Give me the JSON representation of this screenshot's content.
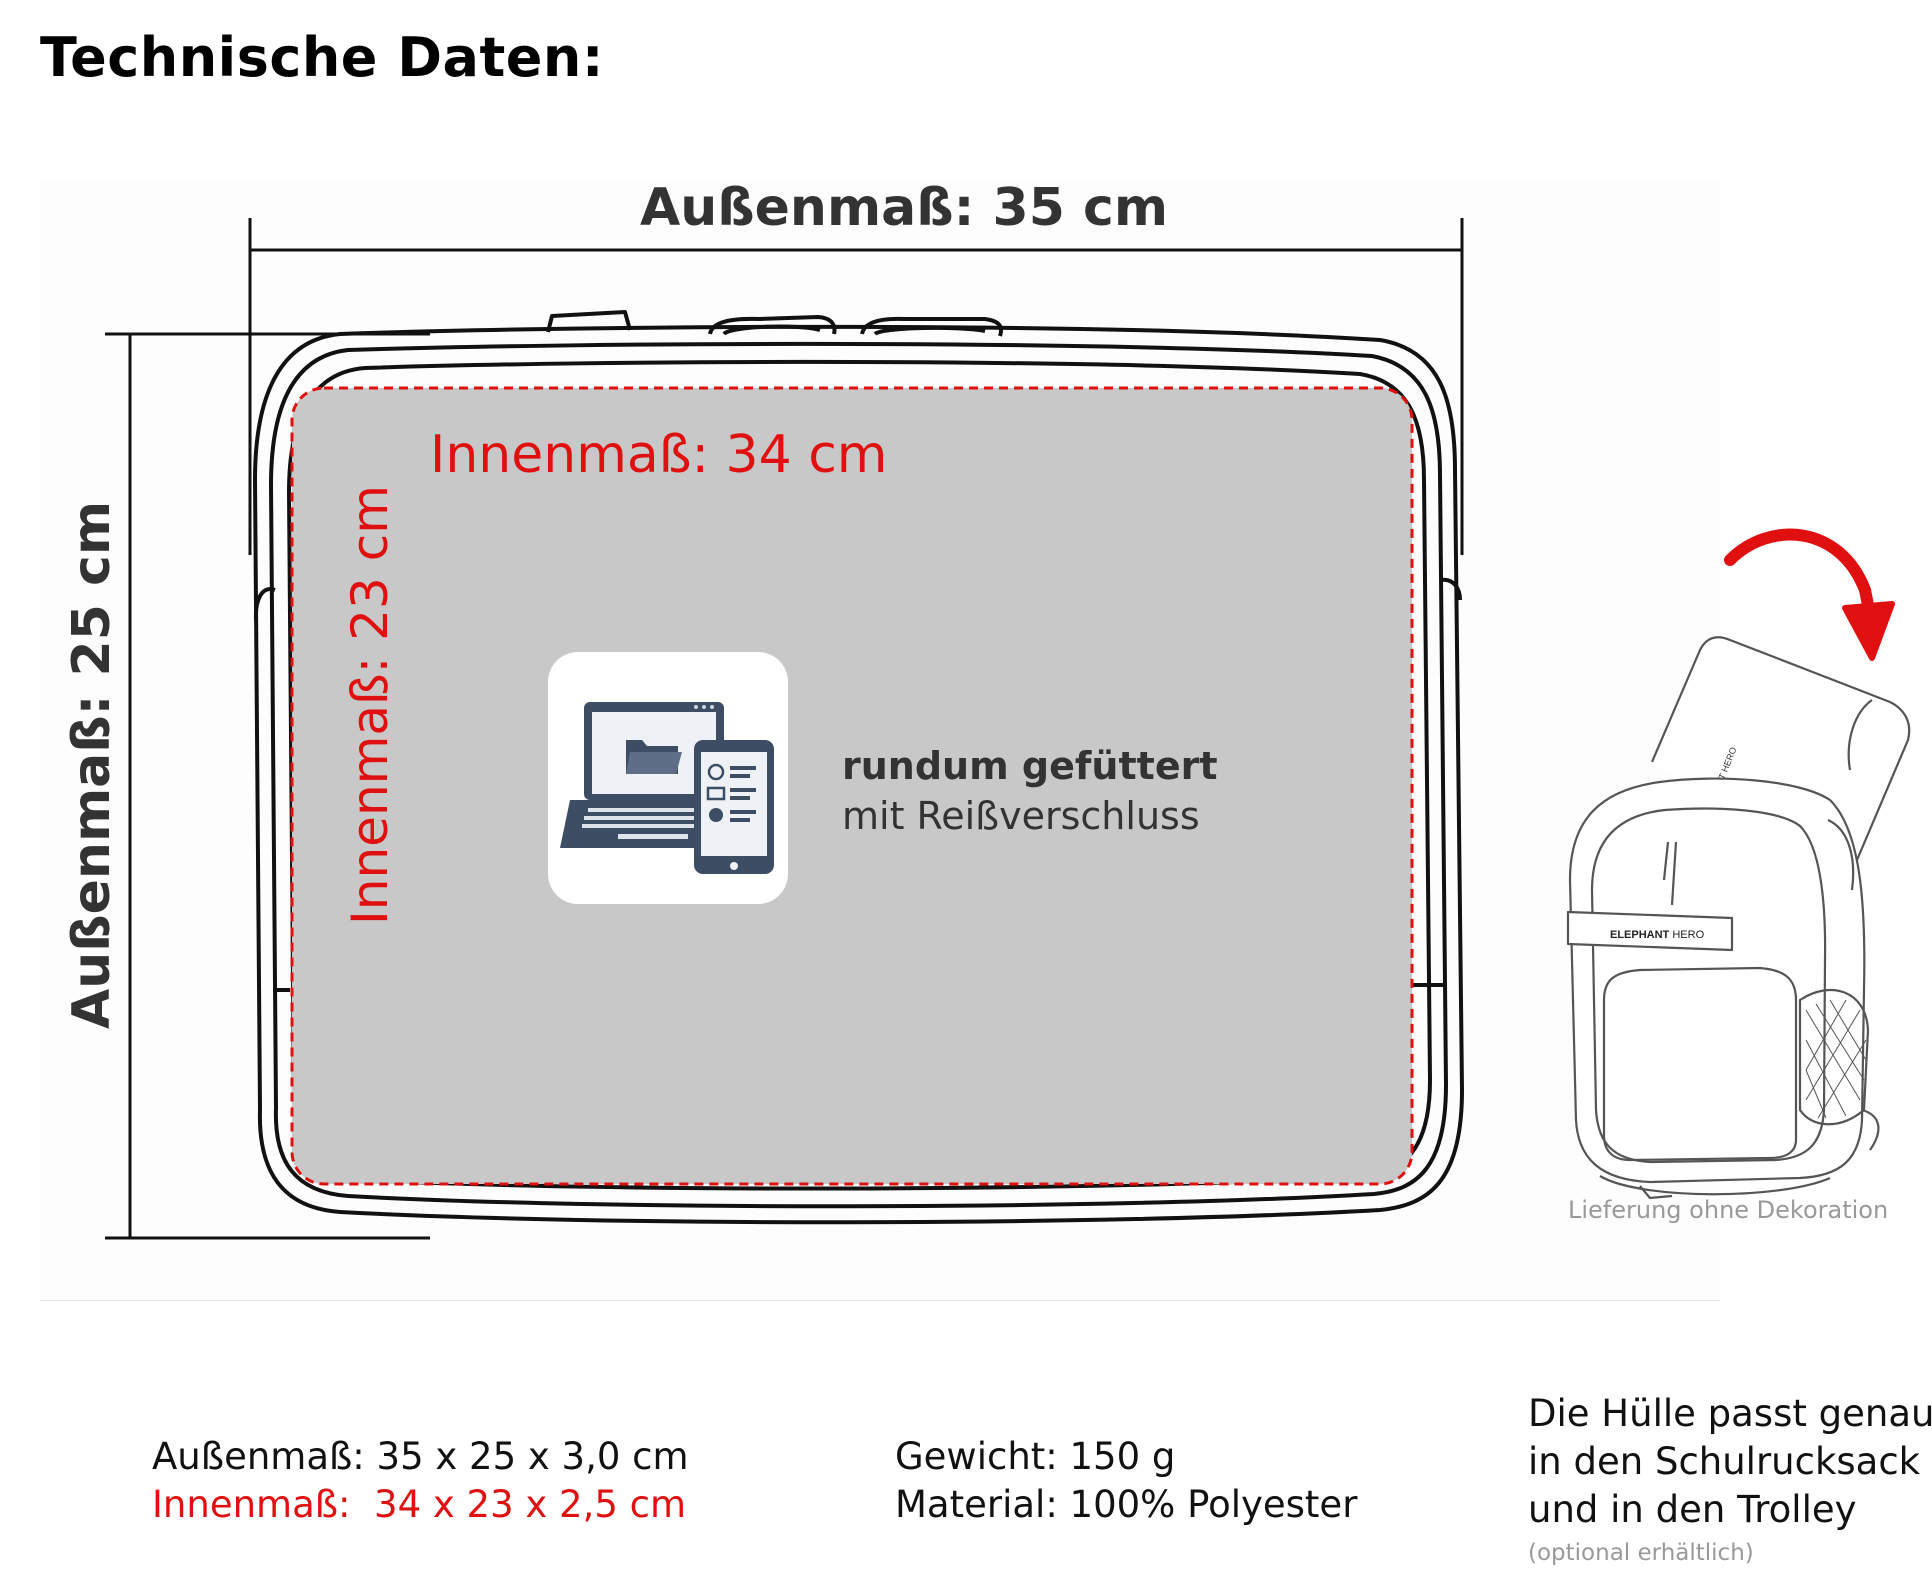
{
  "title": "Technische Daten:",
  "diagram": {
    "outer_width_label": "Außenmaß: 35 cm",
    "outer_height_label": "Außenmaß: 25 cm",
    "inner_width_label": "Innenmaß: 34 cm",
    "inner_height_label": "Innenmaß: 23 cm",
    "feature_bold": "rundum gefüttert",
    "feature_normal": "mit Reißverschluss",
    "device_icon": "laptop-tablet-icon",
    "backpack_brand": "ELEPHANT HERO",
    "backpack_note": "Lieferung ohne Dekoration",
    "colors": {
      "inner_dimension": "#e01010",
      "sleeve_fill": "#c8c8c8",
      "arrow": "#e01010"
    }
  },
  "specs": {
    "outer": "Außenmaß: 35 x 25 x 3,0 cm",
    "inner": "Innenmaß:  34 x 23 x 2,5 cm",
    "weight": "Gewicht: 150 g",
    "material": "Material: 100% Polyester"
  },
  "fit": {
    "line1": "Die Hülle passt genau",
    "line2": "in den Schulrucksack",
    "line3": "und in den Trolley",
    "note": "(optional erhältlich)"
  }
}
